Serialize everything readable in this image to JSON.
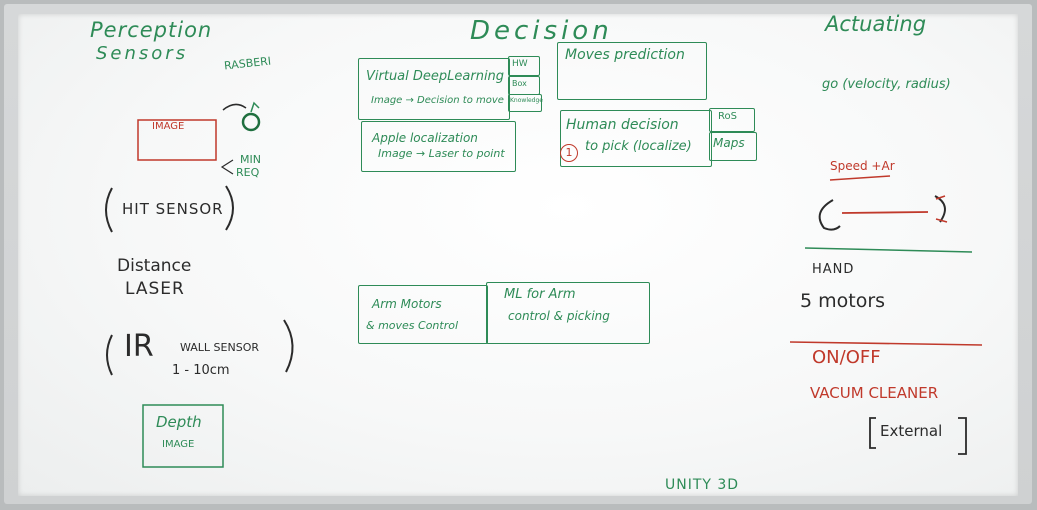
{
  "columns": {
    "left": {
      "title_line1": "Perception",
      "title_line2": "Sensors",
      "rasberi": "RASBERI",
      "image": "IMAGE",
      "min": "MIN",
      "req": "REQ",
      "hit_sensor": "HIT SENSOR",
      "distance": "Distance",
      "laser": "LASER",
      "ir": "IR",
      "wall_sensor": "WALL SENSOR",
      "range": "1 - 10cm",
      "depth": "Depth",
      "depth_image": "IMAGE"
    },
    "middle": {
      "title": "Decision",
      "vdl_title": "Virtual DeepLearning",
      "vdl_sub": "Image → Decision to move",
      "hw": "HW",
      "box": "Box",
      "knowledge": "Knowledge",
      "apple_title": "Apple localization",
      "apple_sub": "Image → Laser to point",
      "moves_prediction": "Moves prediction",
      "human_decision": "Human decision",
      "to_pick": "to pick (localize)",
      "circled_one": "1",
      "ros": "RoS",
      "maps": "Maps",
      "arm_motors": "Arm Motors",
      "arm_motors_sub": "& moves Control",
      "ml_arm": "ML for Arm",
      "ml_arm_sub": "control & picking",
      "unity": "UNITY 3D"
    },
    "right": {
      "title": "Actuating",
      "go": "go (velocity, radius)",
      "speed": "Speed +Ar",
      "hand": "HAND",
      "motors": "5 motors",
      "onoff": "ON/OFF",
      "vacuum": "VACUM CLEANER",
      "external": "External"
    }
  }
}
